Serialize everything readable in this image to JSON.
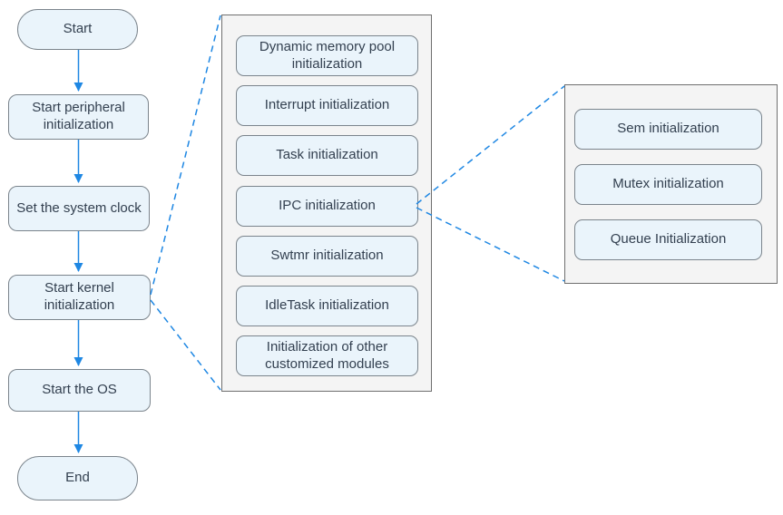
{
  "palette": {
    "node_fill": "#eaf4fb",
    "node_border": "#7b848c",
    "panel_fill": "#f4f4f4",
    "panel_border": "#6f6f6f",
    "connector_blue": "#1e87e3",
    "text_color": "#334050"
  },
  "flowchart": {
    "main_flow": [
      {
        "label": "Start"
      },
      {
        "label": "Start peripheral initialization"
      },
      {
        "label": "Set the system clock"
      },
      {
        "label": "Start kernel initialization"
      },
      {
        "label": "Start the OS"
      },
      {
        "label": "End"
      }
    ],
    "kernel_detail": {
      "steps": [
        {
          "label": "Dynamic memory pool initialization"
        },
        {
          "label": "Interrupt initialization"
        },
        {
          "label": "Task initialization"
        },
        {
          "label": "IPC initialization"
        },
        {
          "label": "Swtmr initialization"
        },
        {
          "label": "IdleTask initialization"
        },
        {
          "label": "Initialization of other customized modules"
        }
      ]
    },
    "ipc_detail": {
      "steps": [
        {
          "label": "Sem initialization"
        },
        {
          "label": "Mutex initialization"
        },
        {
          "label": "Queue Initialization"
        }
      ]
    }
  }
}
